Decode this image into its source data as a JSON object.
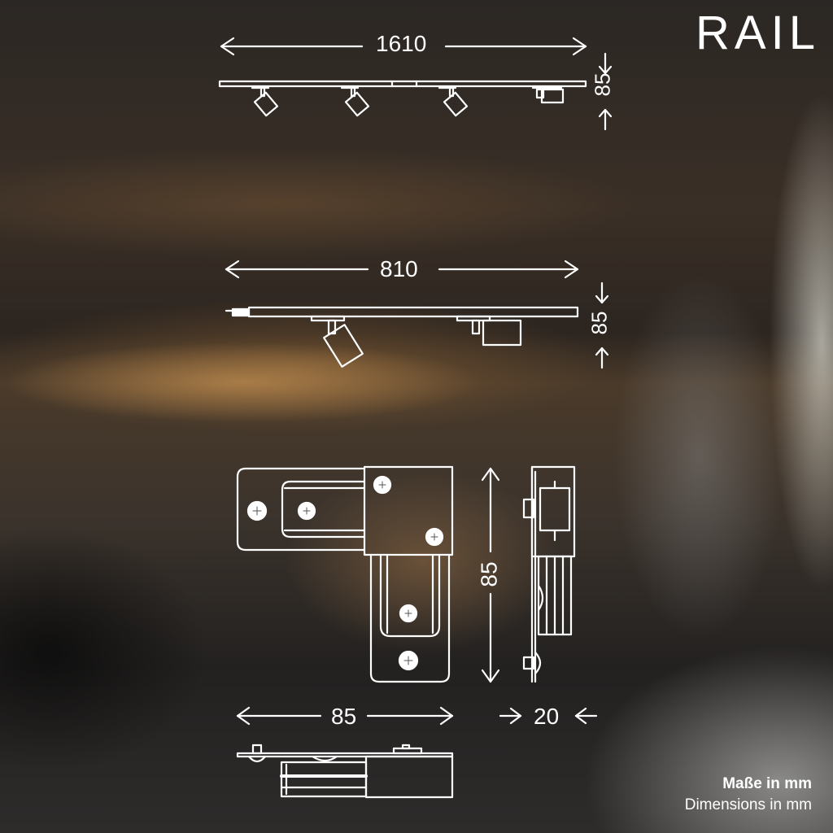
{
  "brand": {
    "logo_text": "RAIL"
  },
  "drawings": {
    "rail_long": {
      "length_label": "1610",
      "height_label": "85",
      "spotlights": 3,
      "linear_lights": 1
    },
    "rail_short": {
      "length_label": "810",
      "height_label": "85",
      "spotlights": 1,
      "linear_lights": 1
    },
    "corner_connector": {
      "width_label": "85",
      "height_label": "85",
      "depth_label": "20"
    }
  },
  "units_note": {
    "german": "Maße in mm",
    "english": "Dimensions in mm"
  },
  "colors": {
    "line": "#ffffff",
    "background_dark": "#2a2622",
    "background_warm": "#b98c52"
  }
}
